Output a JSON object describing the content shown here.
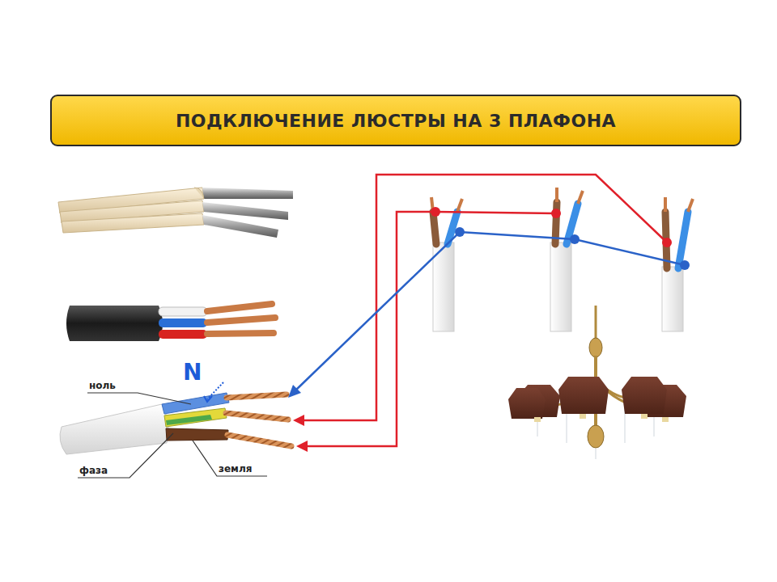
{
  "diagram": {
    "title": "ПОДКЛЮЧЕНИЕ  ЛЮСТРЫ  НА 3 ПЛАФОНА",
    "labels": [
      "ноль",
      "N",
      "фаза",
      "земля"
    ]
  }
}
